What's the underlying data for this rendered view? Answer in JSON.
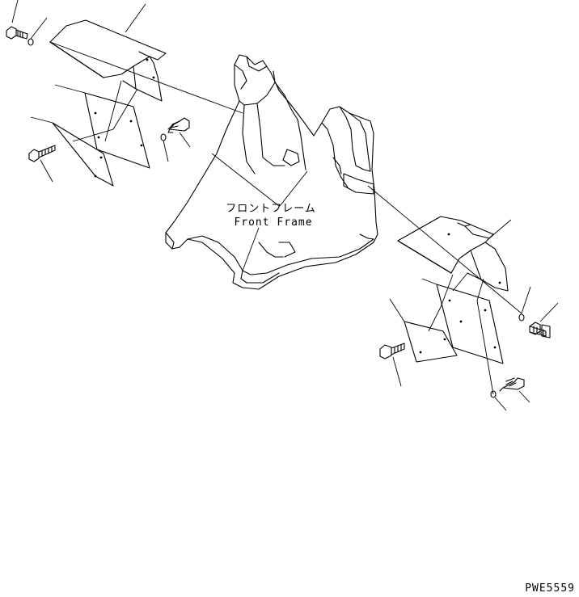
{
  "diagram": {
    "label_jp": "フロントフレーム",
    "label_en": "Front Frame",
    "drawing_code": "PWE5559"
  }
}
